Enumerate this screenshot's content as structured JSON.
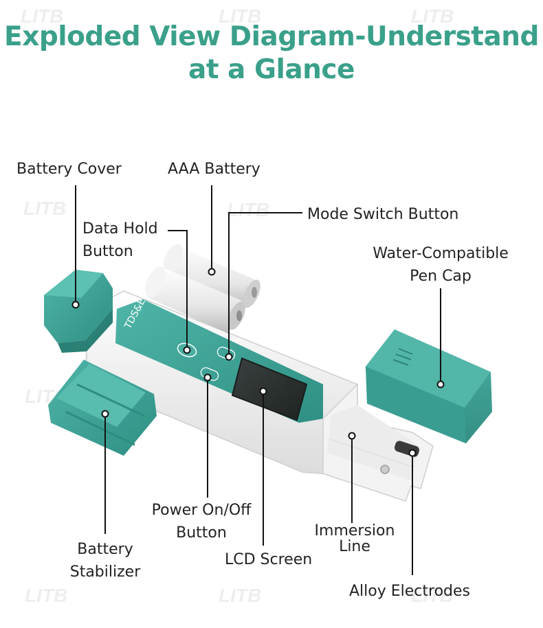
{
  "title_line1": "Exploded View Diagram-Understand",
  "title_line2": "at a Glance",
  "device_text": "TDS&EC",
  "watermark": "LITB",
  "labels": {
    "battery_cover": "Battery Cover",
    "aaa_battery": "AAA Battery",
    "mode_switch_button": "Mode Switch Button",
    "data_hold_line1": "Data Hold",
    "data_hold_line2": "Button",
    "pen_cap_line1": "Water-Compatible",
    "pen_cap_line2": "Pen Cap",
    "power_line1": "Power On/Off",
    "power_line2": "Button",
    "stabilizer_line1": "Battery",
    "stabilizer_line2": "Stabilizer",
    "lcd_screen": "LCD Screen",
    "immersion_line1": "Immersion",
    "immersion_line2": "Line",
    "alloy_electrodes": "Alloy Electrodes"
  },
  "colors": {
    "title": "#3aa08a",
    "teal": "#3fa79a",
    "teal_dark": "#2e8c80",
    "body_white": "#f4f4f4",
    "lcd": "#2a2f2e",
    "line": "#111111"
  }
}
